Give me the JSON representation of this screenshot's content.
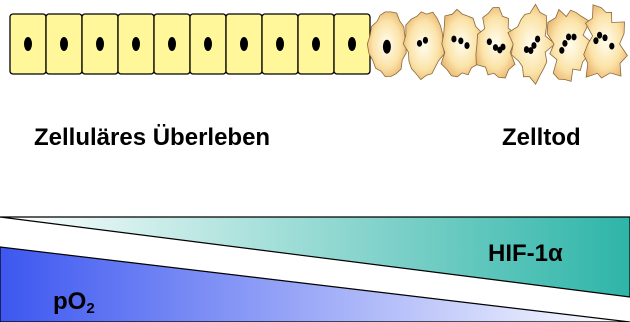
{
  "labels": {
    "survival": "Zelluläres Überleben",
    "death": "Zelltod"
  },
  "hif": {
    "main": "HIF-1",
    "greek": "α"
  },
  "po2": {
    "main": "pO",
    "sub": "2"
  },
  "colors": {
    "cell_fill": "#FFF79A",
    "cell_stroke": "#000000",
    "nucleus": "#000000",
    "dying_cell_shadow": "#E6A85A",
    "hif_gradient_start": "#FFFFFF",
    "hif_gradient_end": "#2EB5A8",
    "po2_gradient_start": "#3D57F0",
    "po2_gradient_end": "#FFFFFF"
  },
  "cells": {
    "healthy_count": 10,
    "dying_count": 7
  }
}
